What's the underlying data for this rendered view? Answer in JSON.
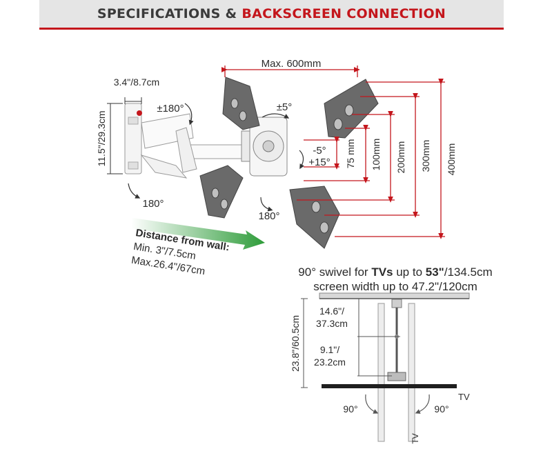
{
  "header": {
    "title_prefix": "SPECIFICATIONS & ",
    "title_accent": "BACKSCREEN CONNECTION",
    "accent_color": "#c4161c"
  },
  "mount_diagram": {
    "plate_width": "3.4\"/8.7cm",
    "plate_height": "11.5\"/29.3cm",
    "swivel_top": "±180°",
    "swivel_left": "180°",
    "swivel_right": "180°",
    "rotation": "±5°",
    "tilt_minus": "-5°",
    "tilt_plus": "+15°",
    "max_width": "Max. 600mm",
    "vesa_75": "75 mm",
    "vesa_100": "100mm",
    "vesa_200": "200mm",
    "vesa_300": "300mm",
    "vesa_400": "400mm"
  },
  "distance": {
    "title": "Distance from wall:",
    "min": "Min. 3\"/7.5cm",
    "max": "Max.26.4\"/67cm",
    "arrow_color": "#2e9c3a"
  },
  "swivel_info": {
    "line1_pre": "90° swivel for ",
    "line1_bold": "TVs",
    "line1_mid": " up to ",
    "line1_bold2": "53\"",
    "line1_post": "/134.5cm",
    "line2": "screen width up to 47.2\"/120cm"
  },
  "top_view": {
    "total_depth": "23.8\"/60.5cm",
    "arm_long_1": "14.6\"/",
    "arm_long_2": "37.3cm",
    "arm_short_1": "9.1\"/",
    "arm_short_2": "23.2cm",
    "angle_left": "90°",
    "angle_right": "90°",
    "tv_label": "TV",
    "tv_label_rotated": "TV"
  }
}
